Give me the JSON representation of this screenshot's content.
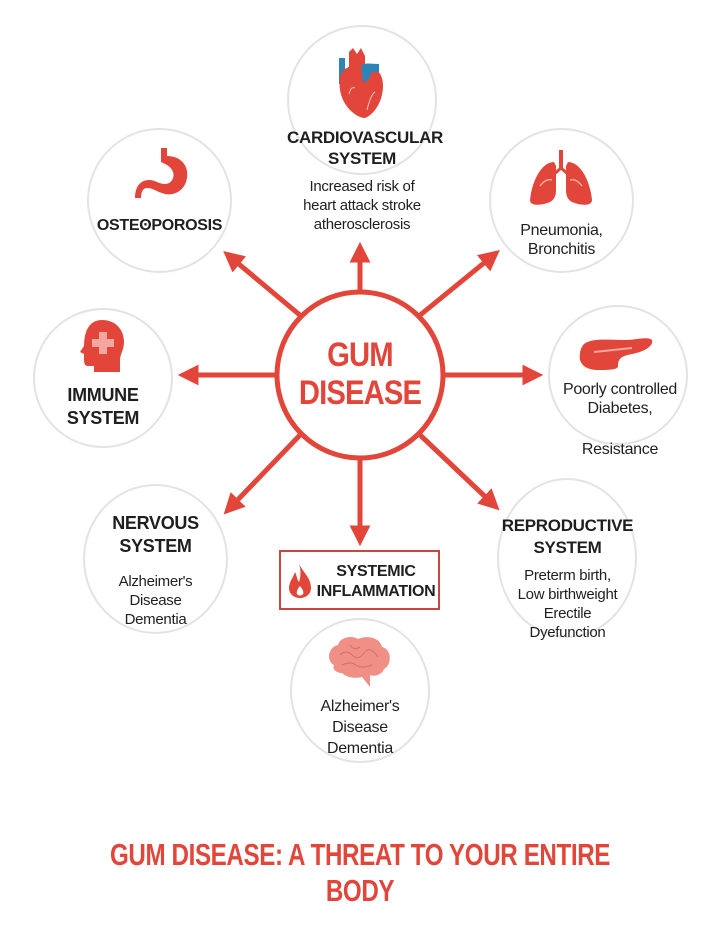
{
  "colors": {
    "accent": "#e2463a",
    "heart_vessel": "#2d84b6",
    "brain": "#ef8f86",
    "ring": "#e3e3e3",
    "text": "#1f1f1f"
  },
  "center": {
    "line1": "GUM",
    "line2": "DISEASE"
  },
  "nodes": {
    "cardiovascular": {
      "icon": "heart-icon",
      "title1": "CARDIOVASCULAR",
      "title2": "SYSTEM",
      "desc1": "Increased risk of",
      "desc2": "heart attack stroke",
      "desc3": "atherosclerosis"
    },
    "osteoporosis": {
      "icon": "stomach-icon",
      "title1": "OSTEʘPOROSIS"
    },
    "respiratory": {
      "icon": "lungs-icon",
      "desc1": "Pneumonia,",
      "desc2": "Bronchitis"
    },
    "immune": {
      "icon": "head-cross-icon",
      "title1": "IMMUNE",
      "title2": "SYSTEM"
    },
    "diabetes": {
      "icon": "pancreas-icon",
      "desc1": "Poorly controlled",
      "desc2": "Diabetes,",
      "desc3": "Resistance"
    },
    "nervous": {
      "title1": "NERVOUS",
      "title2": "SYSTEM",
      "desc1": "Alzheimer's",
      "desc2": "Disease",
      "desc3": "Dementia"
    },
    "reproductive": {
      "title1": "REPRODUCTIVE",
      "title2": "SYSTEM",
      "desc1": "Preterm birth,",
      "desc2": "Low birthweight",
      "desc3": "Erectile",
      "desc4": "Dyefunction"
    },
    "brain": {
      "icon": "brain-icon",
      "desc1": "Alzheimer's",
      "desc2": "Disease",
      "desc3": "Dementia"
    }
  },
  "inflammation": {
    "icon": "flame-icon",
    "line1": "SYSTEMIC",
    "line2": "INFLAMMATION"
  },
  "footer": {
    "title": "GUM DISEASE: A THREAT TO YOUR ENTIRE BODY"
  }
}
